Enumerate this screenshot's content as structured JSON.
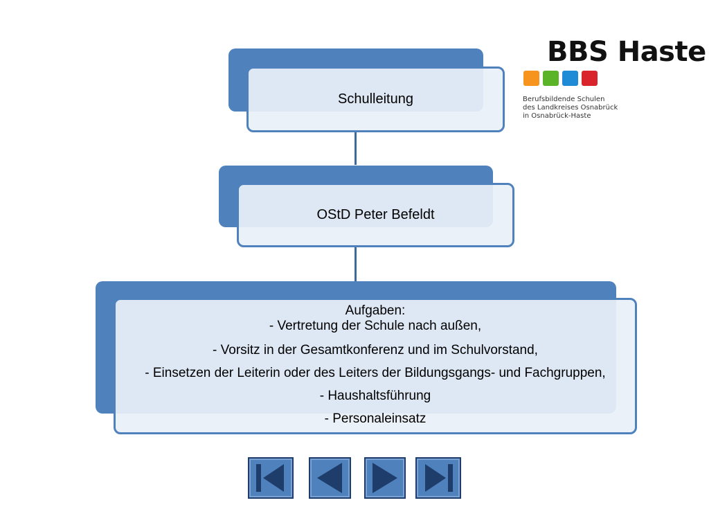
{
  "org_chart": {
    "level1": {
      "label": "Schulleitung"
    },
    "level2": {
      "label": "OStD Peter Befeldt"
    },
    "level3": {
      "title": "Aufgaben:",
      "items": [
        "- Vertretung der Schule nach außen,",
        "- Vorsitz in der Gesamtkonferenz und im Schulvorstand,",
        "- Einsetzen der Leiterin oder des Leiters der Bildungsgangs- und Fachgruppen,",
        "- Haushaltsführung",
        "- Personaleinsatz"
      ]
    }
  },
  "logo": {
    "title": "BBS Haste",
    "subtitle_lines": [
      "Berufsbildende Schulen",
      "des Landkreises Osnabrück",
      "in Osnabrück-Haste"
    ],
    "colors": [
      "#f7941d",
      "#5bb327",
      "#1f8ad6",
      "#d8242a"
    ]
  },
  "navigation": {
    "buttons": [
      "first-slide-icon",
      "previous-slide-icon",
      "next-slide-icon",
      "last-slide-icon"
    ],
    "button_color": "#4f81bd",
    "icon_color": "#1f3d6b"
  },
  "colors": {
    "accent": "#4f81bd",
    "box_fill": "#eaf0f8",
    "connector": "#3d6a9a"
  }
}
